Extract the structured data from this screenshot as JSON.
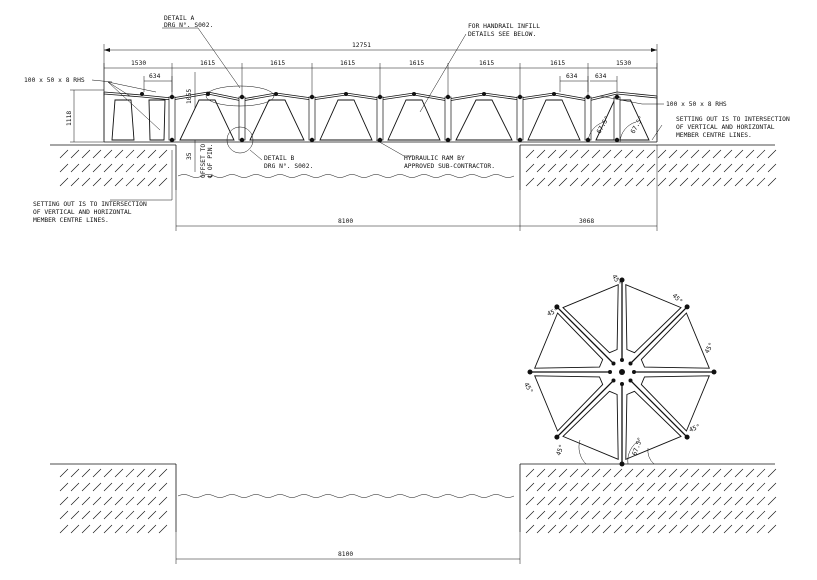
{
  "elevation": {
    "overall_dim": "12751",
    "segment_dims": [
      "1530",
      "1615",
      "1615",
      "1615",
      "1615",
      "1615",
      "1615",
      "1530"
    ],
    "sub_dim_left": "634",
    "sub_dim_right_a": "634",
    "sub_dim_right_b": "634",
    "height_dim": "1118",
    "height_dim_2": "1055",
    "offset_dim": "35",
    "offset_note": [
      "OFFSET TO",
      "℄ OF PIN."
    ],
    "span_dim": "8100",
    "right_dim": "3068",
    "angle_a": "67.5°",
    "angle_b": "67.5°"
  },
  "callouts": {
    "detail_a": [
      "DETAIL A",
      "DRG N°. S002."
    ],
    "detail_b": [
      "DETAIL B",
      "DRG N°. S002."
    ],
    "handrail": [
      "FOR HANDRAIL INFILL",
      "DETAILS SEE BELOW."
    ],
    "rhs_left": "100 x 50 x 8 RHS",
    "rhs_right": "100 x 50 x 8 RHS",
    "hydraulic": [
      "HYDRAULIC RAM BY",
      "APPROVED SUB-CONTRACTOR."
    ],
    "setout_left": [
      "SETTING OUT IS TO INTERSECTION",
      "OF VERTICAL AND HORIZONTAL",
      "MEMBER CENTRE LINES."
    ],
    "setout_right": [
      "SETTING OUT IS TO INTERSECTION",
      "OF VERTICAL AND HORIZONTAL",
      "MEMBER CENTRE LINES."
    ]
  },
  "rolled": {
    "angles": [
      "45°",
      "45°",
      "45°",
      "45°",
      "45°",
      "45°",
      "45°",
      "67.5°"
    ],
    "span_dim": "8100"
  }
}
